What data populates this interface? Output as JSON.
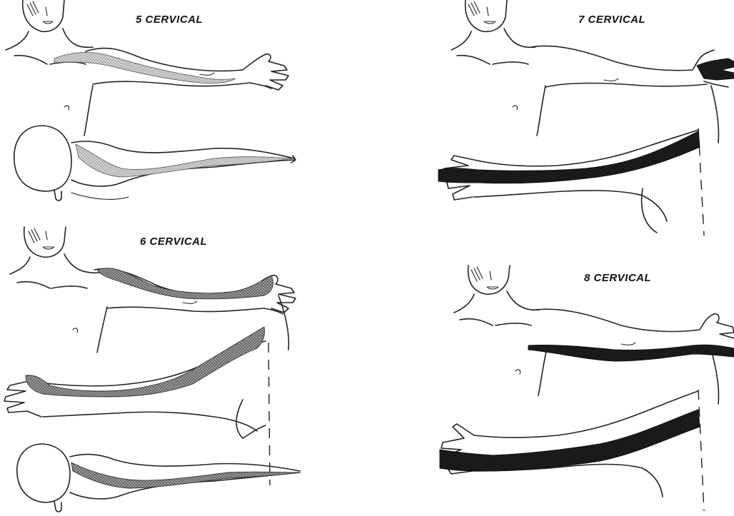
{
  "panels": [
    {
      "id": "c5",
      "label": "5 CERVICAL"
    },
    {
      "id": "c6",
      "label": "6 CERVICAL"
    },
    {
      "id": "c7",
      "label": "7 CERVICAL"
    },
    {
      "id": "c8",
      "label": "8 CERVICAL"
    }
  ],
  "shading": {
    "c5": "#b8b8b8",
    "c6": "#7a7a7a",
    "c7": "#3a3a3a",
    "c8": "#111111"
  }
}
